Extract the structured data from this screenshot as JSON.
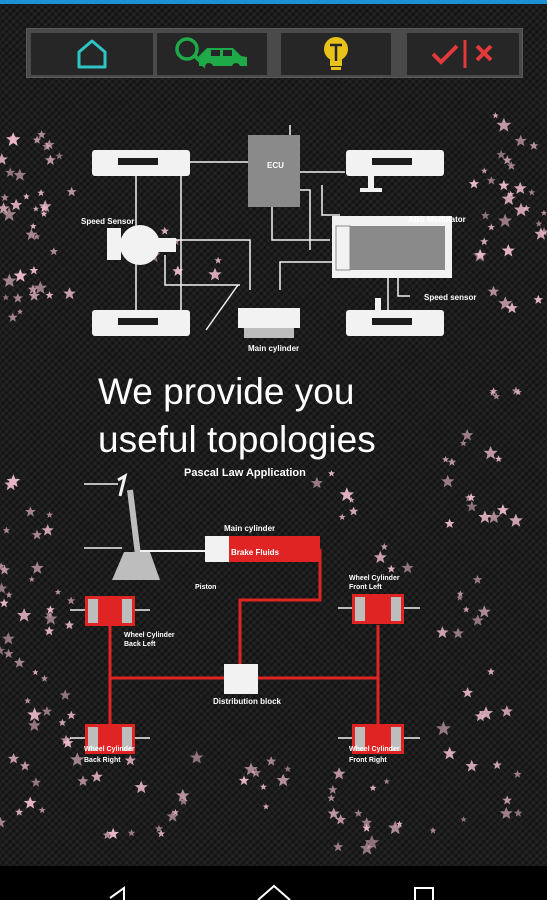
{
  "toolbar": {
    "buttons": [
      {
        "icon": "home-outline-icon",
        "color": "#2ec4c4"
      },
      {
        "icon": "search-car-icon",
        "color": "#1faa4a"
      },
      {
        "icon": "lightbulb-icon",
        "color": "#e8c21a"
      },
      {
        "icon": "check-cross-icon",
        "color": "#e03a3a"
      }
    ]
  },
  "abs_diagram": {
    "ecu": "ECU",
    "abs_modulator": "ABS Modulator",
    "speed_sensor_left": "Speed Sensor",
    "speed_sensor_right": "Speed sensor",
    "main_cylinder": "Main cylinder"
  },
  "slogan": {
    "line1": "We provide you",
    "line2": "useful topologies"
  },
  "pascal_diagram": {
    "title": "Pascal Law Application",
    "main_cylinder": "Main cylinder",
    "brake_fluids": "Brake Fluids",
    "piston": "Piston",
    "wheel_front_left": [
      "Wheel Cylinder",
      "Front Left"
    ],
    "wheel_back_left": [
      "Wheel Cylinder",
      "Back Left"
    ],
    "wheel_back_right": [
      "Wheel Cylinder",
      "Back Right"
    ],
    "wheel_front_right": [
      "Wheel Cylinder",
      "Front Right"
    ],
    "distribution_block": "Distribution block"
  },
  "colors": {
    "fluid_red": "#e02424",
    "diagram_white": "#f2f2f2",
    "ecu_gray": "#8a8a8a",
    "star_pink": "#e9b8c6",
    "background": "#1c1c1c"
  },
  "navbar": {
    "buttons": [
      "back-icon",
      "home-icon",
      "recents-icon"
    ]
  }
}
